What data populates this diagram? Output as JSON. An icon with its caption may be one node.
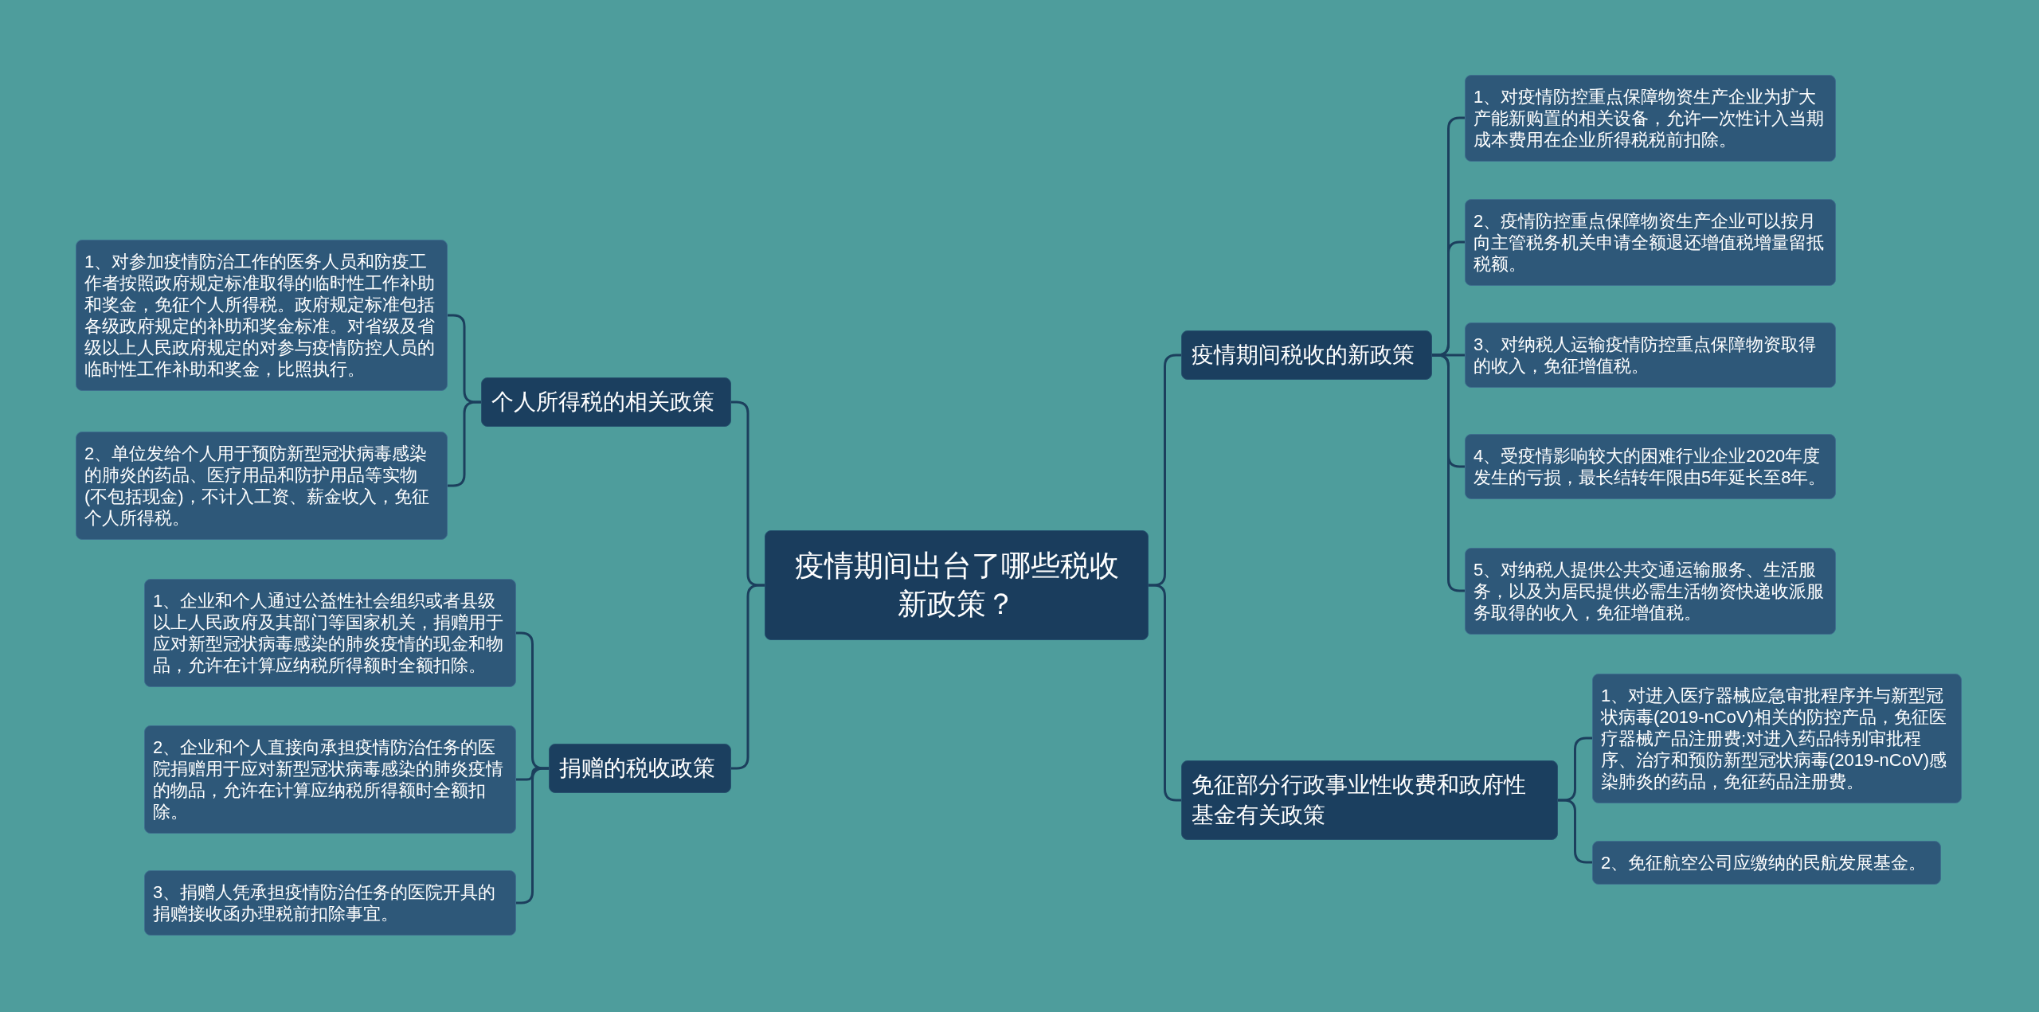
{
  "diagram": {
    "nodes": [
      {
        "text": [
          "疫情期间出台了哪些税收新政策？"
        ]
      },
      {
        "text": [
          "个人所得税的相关政策"
        ]
      },
      {
        "text": [
          "1、对参加疫情防治工作的医务人员和防疫工作者按照政府规定标准取得的临时性工作补助和奖金，免征个人所得税。政府规定标准包括各级政府规定的补助和奖金标准。对省级及省级以上人民政府规定的对参与疫情防控人员的临时性工作补助和奖金，比照执行。"
        ]
      },
      {
        "text": [
          "2、单位发给个人用于预防新型冠状病毒感染的肺炎的药品、医疗用品和防护用品等实物(不包括现金)，不计入工资、薪金收入，免征个人所得税。"
        ]
      },
      {
        "text": [
          "捐赠的税收政策"
        ]
      },
      {
        "text": [
          "1、企业和个人通过公益性社会组织或者县级以上人民政府及其部门等国家机关，捐赠用于应对新型冠状病毒感染的肺炎疫情的现金和物品，允许在计算应纳税所得额时全额扣除。"
        ]
      },
      {
        "text": [
          "2、企业和个人直接向承担疫情防治任务的医院捐赠用于应对新型冠状病毒感染的肺炎疫情的物品，允许在计算应纳税所得额时全额扣除。"
        ]
      },
      {
        "text": [
          "3、捐赠人凭承担疫情防治任务的医院开具的捐赠接收函办理税前扣除事宜。"
        ]
      },
      {
        "text": [
          "疫情期间税收的新政策"
        ]
      },
      {
        "text": [
          "1、对疫情防控重点保障物资生产企业为扩大产能新购置的相关设备，允许一次性计入当期成本费用在企业所得税税前扣除。"
        ]
      },
      {
        "text": [
          "2、疫情防控重点保障物资生产企业可以按月向主管税务机关申请全额退还增值税增量留抵税额。"
        ]
      },
      {
        "text": [
          "3、对纳税人运输疫情防控重点保障物资取得的收入，免征增值税。"
        ]
      },
      {
        "text": [
          "4、受疫情影响较大的困难行业企业2020年度发生的亏损，最长结转年限由5年延长至8年。"
        ]
      },
      {
        "text": [
          "5、对纳税人提供公共交通运输服务、生活服务，以及为居民提供必需生活物资快递收派服务取得的收入，免征增值税。"
        ]
      },
      {
        "text": [
          "免征部分行政事业性收费和政府性基金有关政策"
        ]
      },
      {
        "text": [
          "1、对进入医疗器械应急审批程序并与新型冠状病毒(2019-nCoV)相关的防控产品，免征医疗器械产品注册费;对进入药品特别审批程序、治疗和预防新型冠状病毒(2019-nCoV)感染肺炎的药品，免征药品注册费。"
        ]
      },
      {
        "text": [
          "2、免征航空公司应缴纳的民航发展基金。"
        ]
      }
    ],
    "edges": [
      {
        "from": 0,
        "to": 1,
        "arrow": "none"
      },
      {
        "from": 1,
        "to": 2,
        "arrow": "none"
      },
      {
        "from": 1,
        "to": 3,
        "arrow": "none"
      },
      {
        "from": 0,
        "to": 4,
        "arrow": "none"
      },
      {
        "from": 4,
        "to": 5,
        "arrow": "none"
      },
      {
        "from": 4,
        "to": 6,
        "arrow": "none"
      },
      {
        "from": 4,
        "to": 7,
        "arrow": "none"
      },
      {
        "from": 0,
        "to": 8,
        "arrow": "none"
      },
      {
        "from": 8,
        "to": 9,
        "arrow": "none"
      },
      {
        "from": 8,
        "to": 10,
        "arrow": "none"
      },
      {
        "from": 8,
        "to": 11,
        "arrow": "none"
      },
      {
        "from": 8,
        "to": 12,
        "arrow": "none"
      },
      {
        "from": 8,
        "to": 13,
        "arrow": "none"
      },
      {
        "from": 0,
        "to": 14,
        "arrow": "none"
      },
      {
        "from": 14,
        "to": 15,
        "arrow": "none"
      },
      {
        "from": 14,
        "to": 16,
        "arrow": "none"
      }
    ]
  }
}
